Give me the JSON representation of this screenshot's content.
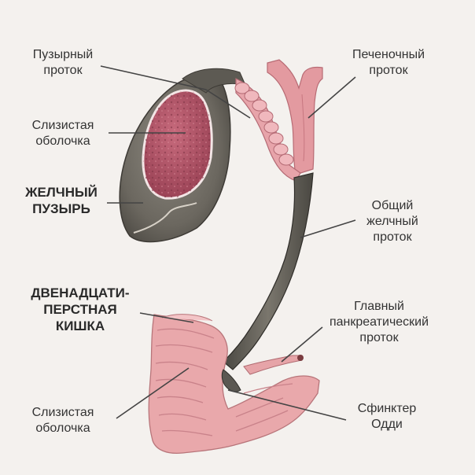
{
  "labels": {
    "cystic_duct": "Пузырный\nпроток",
    "mucosa_top": "Слизистая\nоболочка",
    "gallbladder": "ЖЕЛЧНЫЙ\nПУЗЫРЬ",
    "duodenum": "ДВЕНАДЦАТИ-\nПЕРСТНАЯ\nКИШКА",
    "mucosa_bottom": "Слизистая\nоболочка",
    "hepatic_duct": "Печеночный\nпроток",
    "common_bile_duct": "Общий\nжелчный\nпроток",
    "pancreatic_duct": "Главный\nпанкреатический\nпроток",
    "sphincter": "Сфинктер\nОдди"
  },
  "colors": {
    "background": "#f4f1ee",
    "gallbladder_wall": "#6f6b63",
    "mucosa": "#b5566a",
    "duct_pink": "#e08f96",
    "duodenum": "#e7a0a4",
    "leader": "#444444"
  }
}
